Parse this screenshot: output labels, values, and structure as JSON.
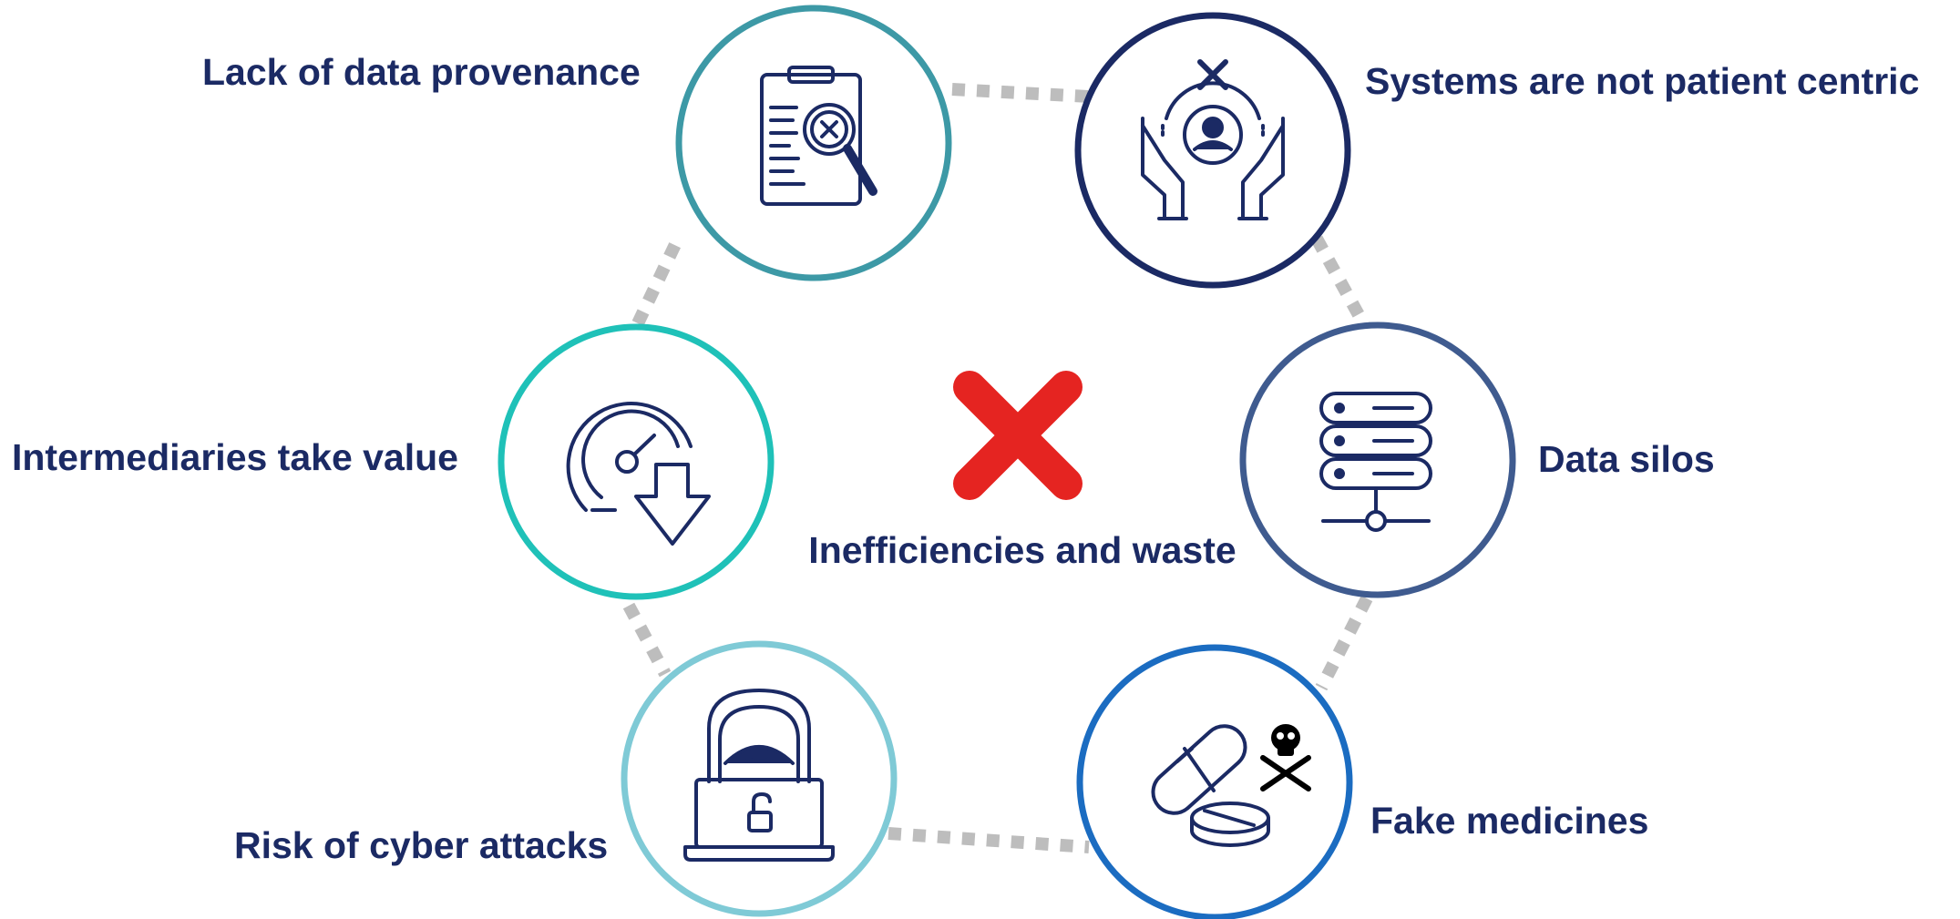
{
  "title": "",
  "center": {
    "label": "Inefficiencies and waste",
    "icon": "red-x-icon",
    "color": "#e52421"
  },
  "nodes": [
    {
      "id": "provenance",
      "label": "Lack of data provenance",
      "icon": "clipboard-search-x-icon",
      "color": "#3d99a6"
    },
    {
      "id": "patient",
      "label": "Systems are not patient centric",
      "icon": "hands-patient-icon",
      "color": "#1b2a64"
    },
    {
      "id": "silos",
      "label": "Data silos",
      "icon": "server-stack-icon",
      "color": "#3f5b8f"
    },
    {
      "id": "fake",
      "label": "Fake medicines",
      "icon": "pills-skull-icon",
      "color": "#1b6cc1"
    },
    {
      "id": "cyber",
      "label": "Risk of cyber attacks",
      "icon": "hacker-laptop-icon",
      "color": "#7fcad6"
    },
    {
      "id": "intermediaries",
      "label": "Intermediaries take value",
      "icon": "gauge-down-icon",
      "color": "#1fc1b8"
    }
  ],
  "colors": {
    "text": "#1b2a64",
    "icon_stroke": "#1b2a64",
    "ring_dots": "#bdbdbd"
  }
}
